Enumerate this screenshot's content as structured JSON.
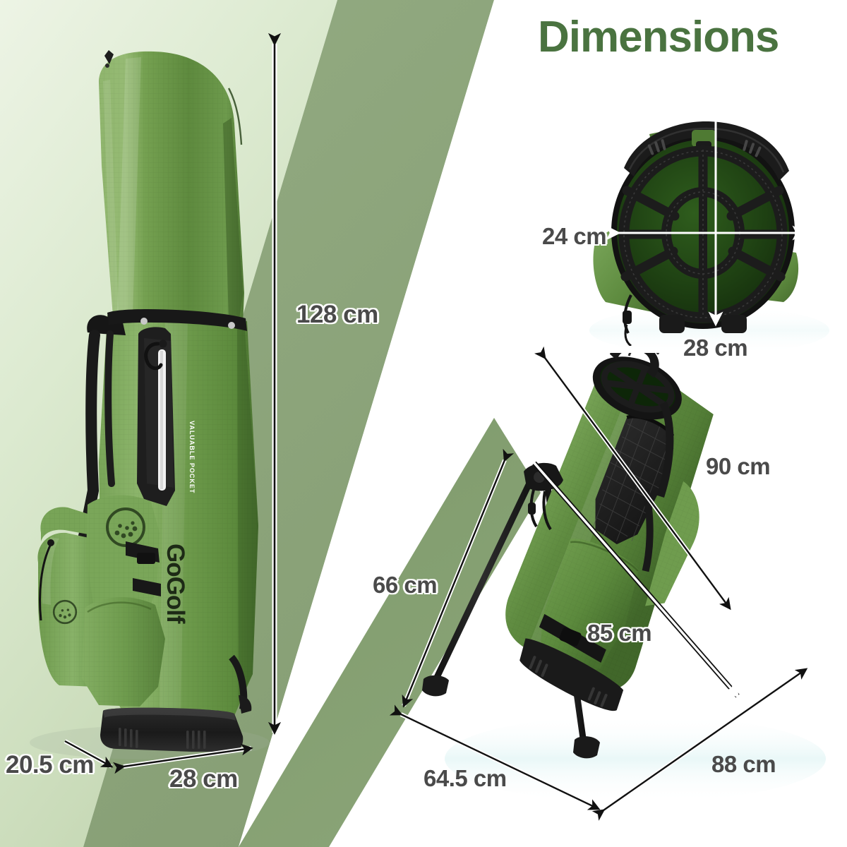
{
  "title": "Dimensions",
  "colors": {
    "title_green": "#4a7340",
    "band_mid_green": "#8aa479",
    "band_dark_green": "#7d9a6a",
    "bg_mint_light": "#e6f0dc",
    "bg_mint_mid": "#cfdfc1",
    "label_gray": "#4a4a4a",
    "bag_green_light": "#85ad63",
    "bag_green_mid": "#6f9b4d",
    "bag_green_dark": "#56793a",
    "bag_black": "#1c1c1c"
  },
  "product": {
    "brand": "GoGolf",
    "pocket_label": "VALUABLE POCKET"
  },
  "views": {
    "front": {
      "name": "front-standing-view",
      "measurements": [
        {
          "id": "height",
          "value": "128 cm",
          "orientation": "vertical",
          "style": "outlined"
        },
        {
          "id": "depth",
          "value": "20.5 cm",
          "orientation": "diagonal",
          "style": "outlined"
        },
        {
          "id": "width",
          "value": "28 cm",
          "orientation": "horizontal",
          "style": "outlined"
        }
      ]
    },
    "top": {
      "name": "top-down-view",
      "measurements": [
        {
          "id": "top-depth",
          "value": "24 cm",
          "orientation": "vertical",
          "style": "outlined"
        },
        {
          "id": "top-width",
          "value": "28 cm",
          "orientation": "horizontal",
          "style": "outlined"
        }
      ]
    },
    "stand": {
      "name": "stand-deployed-view",
      "measurements": [
        {
          "id": "overall-diagonal",
          "value": "90 cm",
          "orientation": "diagonal",
          "style": "plain"
        },
        {
          "id": "bag-length",
          "value": "85 cm",
          "orientation": "diagonal",
          "style": "outlined"
        },
        {
          "id": "stand-leg",
          "value": "66 cm",
          "orientation": "diagonal",
          "style": "outlined"
        },
        {
          "id": "leg-spread",
          "value": "64.5 cm",
          "orientation": "diagonal",
          "style": "plain"
        },
        {
          "id": "base-span",
          "value": "88 cm",
          "orientation": "diagonal",
          "style": "plain"
        }
      ]
    }
  }
}
